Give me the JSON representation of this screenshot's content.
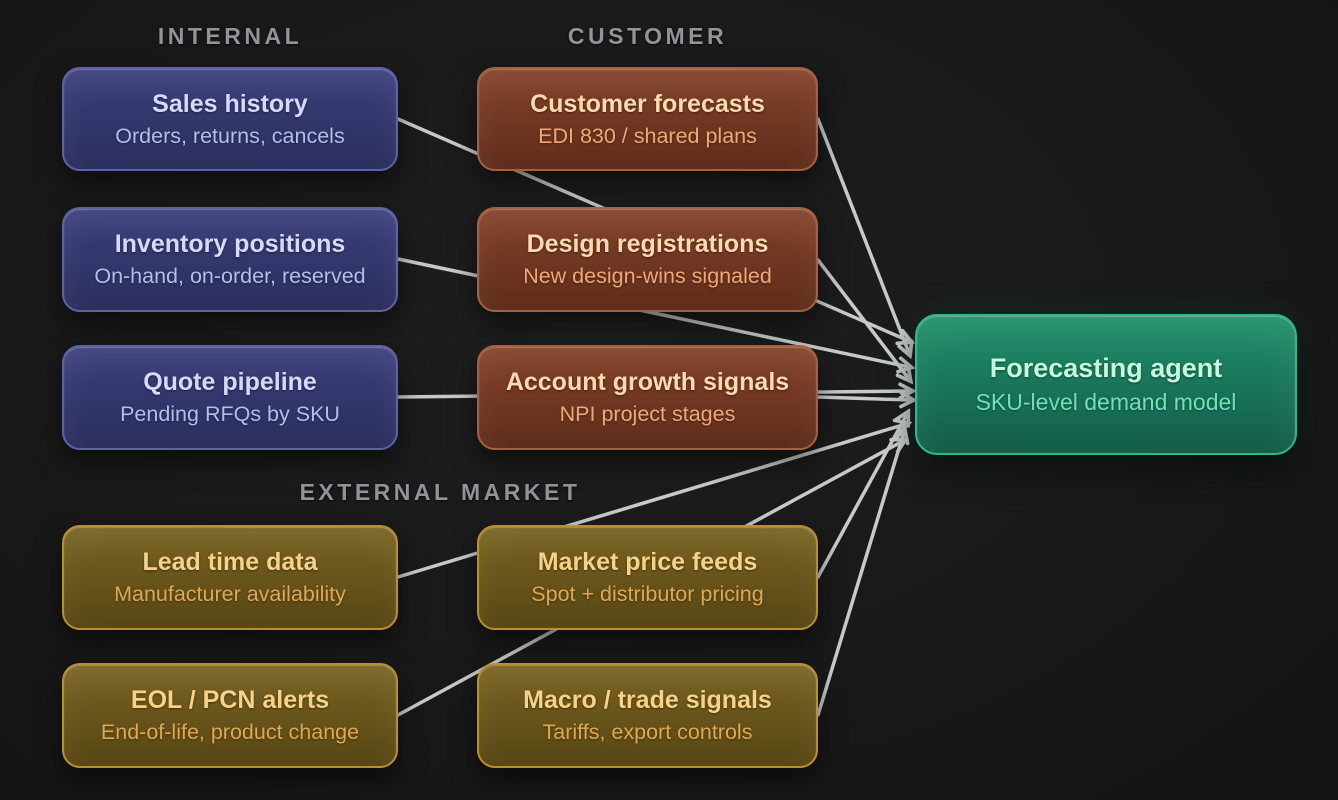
{
  "colors": {
    "background": "#1a1a1a",
    "arrow": "#c7cac9",
    "group_label": "#919498"
  },
  "palettes": {
    "navy": {
      "bg_top": "#3c3f7b",
      "bg_bottom": "#2b2e5d",
      "border": "#5d62a6",
      "title": "#d6daf8",
      "subtitle": "#b5bdea"
    },
    "rust": {
      "bg_top": "#84422a",
      "bg_bottom": "#5e2d1b",
      "border": "#a6603c",
      "title": "#fcd9ae",
      "subtitle": "#f1a878"
    },
    "gold": {
      "bg_top": "#796322",
      "bg_bottom": "#574614",
      "border": "#b98f2f",
      "title": "#f7d287",
      "subtitle": "#e1a850"
    },
    "green": {
      "bg_top": "#1f8f6b",
      "bg_bottom": "#135c4a",
      "border": "#2eb88e",
      "title": "#c6f8de",
      "subtitle": "#70e2b5"
    }
  },
  "group_labels": [
    {
      "id": "internal",
      "text": "INTERNAL"
    },
    {
      "id": "customer",
      "text": "CUSTOMER"
    },
    {
      "id": "external-market",
      "text": "EXTERNAL MARKET"
    }
  ],
  "nodes": [
    {
      "id": "sales-history",
      "group": "INTERNAL",
      "title": "Sales history",
      "subtitle": "Orders, returns, cancels"
    },
    {
      "id": "inventory-positions",
      "group": "INTERNAL",
      "title": "Inventory positions",
      "subtitle": "On-hand, on-order, reserved"
    },
    {
      "id": "quote-pipeline",
      "group": "INTERNAL",
      "title": "Quote pipeline",
      "subtitle": "Pending RFQs by SKU"
    },
    {
      "id": "customer-forecasts",
      "group": "CUSTOMER",
      "title": "Customer forecasts",
      "subtitle": "EDI 830 / shared plans"
    },
    {
      "id": "design-registrations",
      "group": "CUSTOMER",
      "title": "Design registrations",
      "subtitle": "New design-wins signaled"
    },
    {
      "id": "account-growth-signals",
      "group": "CUSTOMER",
      "title": "Account growth signals",
      "subtitle": "NPI project stages"
    },
    {
      "id": "lead-time-data",
      "group": "EXTERNAL MARKET",
      "title": "Lead time data",
      "subtitle": "Manufacturer availability"
    },
    {
      "id": "market-price-feeds",
      "group": "EXTERNAL MARKET",
      "title": "Market price feeds",
      "subtitle": "Spot + distributor pricing"
    },
    {
      "id": "eol-pcn-alerts",
      "group": "EXTERNAL MARKET",
      "title": "EOL / PCN alerts",
      "subtitle": "End-of-life, product change"
    },
    {
      "id": "macro-trade-signals",
      "group": "EXTERNAL MARKET",
      "title": "Macro / trade signals",
      "subtitle": "Tariffs, export controls"
    }
  ],
  "target": {
    "id": "forecasting-agent",
    "title": "Forecasting agent",
    "subtitle": "SKU-level demand model"
  },
  "edges": [
    {
      "from": "sales-history",
      "to": "forecasting-agent"
    },
    {
      "from": "inventory-positions",
      "to": "forecasting-agent"
    },
    {
      "from": "quote-pipeline",
      "to": "forecasting-agent"
    },
    {
      "from": "customer-forecasts",
      "to": "forecasting-agent"
    },
    {
      "from": "design-registrations",
      "to": "forecasting-agent"
    },
    {
      "from": "account-growth-signals",
      "to": "forecasting-agent"
    },
    {
      "from": "lead-time-data",
      "to": "forecasting-agent"
    },
    {
      "from": "market-price-feeds",
      "to": "forecasting-agent"
    },
    {
      "from": "eol-pcn-alerts",
      "to": "forecasting-agent"
    },
    {
      "from": "macro-trade-signals",
      "to": "forecasting-agent"
    }
  ]
}
